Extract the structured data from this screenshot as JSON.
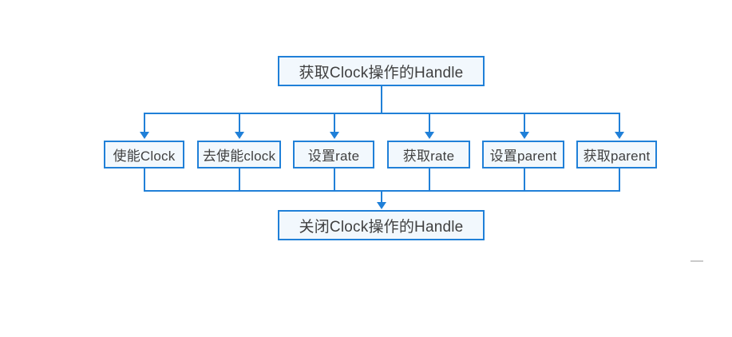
{
  "diagram": {
    "title_node": {
      "label": "获取Clock操作的Handle"
    },
    "operations": [
      {
        "label": "使能Clock"
      },
      {
        "label": "去使能clock"
      },
      {
        "label": "设置rate"
      },
      {
        "label": "获取rate"
      },
      {
        "label": "设置parent"
      },
      {
        "label": "获取parent"
      }
    ],
    "end_node": {
      "label": "关闭Clock操作的Handle"
    },
    "colors": {
      "border": "#2080d8",
      "fill": "#f2f8fd",
      "text": "#404040",
      "connector": "#2080d8",
      "background": "#ffffff"
    }
  }
}
